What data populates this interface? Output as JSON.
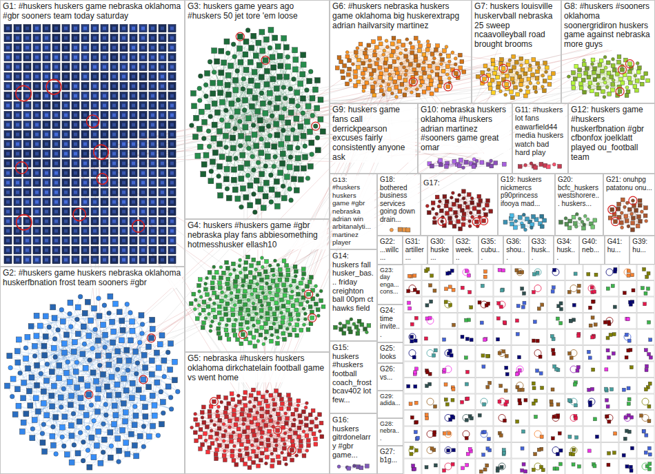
{
  "diagram": {
    "nodes": [
      {
        "text": [
          "G1: #huskers huskers game nebraska oklahoma #gbr sooners team today saturday"
        ]
      },
      {
        "text": [
          "G2: #huskers game huskers nebraska oklahoma huskerfbnation frost team sooners #gbr"
        ]
      },
      {
        "text": [
          "G3: huskers game years ago #huskers 50 jet tore 'em loose"
        ]
      },
      {
        "text": [
          "G4: huskers #huskers game #gbr nebraska play fans abbiesomething hotmesshusker ellash10"
        ]
      },
      {
        "text": [
          "G5: nebraska #huskers huskers oklahoma dirkchatelain football game vs went home"
        ]
      },
      {
        "text": [
          "G6: #huskers nebraska huskers game oklahoma big huskerextrapg adrian hailvarsity martinez"
        ]
      },
      {
        "text": [
          "G7: huskers louisville huskervball nebraska 25 sweep ncaavolleyball road brought brooms"
        ]
      },
      {
        "text": [
          "G8: #huskers #sooners oklahoma soonergridiron huskers game against nebraska more guys"
        ]
      },
      {
        "text": [
          "G9: huskers game fans call derrickpearson excuses fairly consistently anyone ask"
        ]
      },
      {
        "text": [
          "G10: nebraska huskers oklahoma #huskers adrian martinez #sooners game great omar"
        ]
      },
      {
        "text": [
          "G11: #huskers lot fans eawarfield44 media huskers watch bad hard play"
        ]
      },
      {
        "text": [
          "G12: huskers game #huskers huskerfbnation #gbr cfbonfox joelklatt played ou_football team"
        ]
      },
      {
        "text": [
          "G13: #huskers huskers game #gbr nebraska adrian win arbitanalyti... martinez player"
        ]
      },
      {
        "text": [
          "G18: bothered business services going down drain..."
        ]
      },
      {
        "text": [
          "G17:"
        ]
      },
      {
        "text": [
          "G19: huskers nickmercs p90princess ifooya mad..."
        ]
      },
      {
        "text": [
          "G20: bcfc_huskers westshorere... huskers..."
        ]
      },
      {
        "text": [
          "G21: onuhpg patatonu onu..."
        ]
      },
      {
        "text": [
          "G14: huskers fall husker_bas... friday creighton ball 00pm ct hawks field"
        ]
      },
      {
        "text": [
          "G15: huskers #huskers football coach_frost bcav402 lot few..."
        ]
      },
      {
        "text": [
          "G16: huskers gitrdonelarry #gbr game..."
        ]
      },
      {
        "text": [
          "G22: ...willc..."
        ]
      },
      {
        "text": [
          "G31: artiller..."
        ]
      },
      {
        "text": [
          "G30: huske..."
        ]
      },
      {
        "text": [
          "G32: week..."
        ]
      },
      {
        "text": [
          "G35: cubu..."
        ]
      },
      {
        "text": [
          "G36: shou..."
        ]
      },
      {
        "text": [
          "G33: husk..."
        ]
      },
      {
        "text": [
          "G34: husk..."
        ]
      },
      {
        "text": [
          "G40: neb..."
        ]
      },
      {
        "text": [
          "G41: hu..."
        ]
      },
      {
        "text": [
          "G39: hu..."
        ]
      },
      {
        "text": [
          "G23: day enga... cons..."
        ]
      },
      {
        "text": [
          "G24: time invite..."
        ]
      },
      {
        "text": [
          "G25: looks"
        ]
      },
      {
        "text": [
          "G26: vs..."
        ]
      },
      {
        "text": [
          "G29: adida..."
        ]
      },
      {
        "text": [
          "G28: nebra..."
        ]
      },
      {
        "text": [
          "G27: b1g..."
        ]
      }
    ]
  }
}
